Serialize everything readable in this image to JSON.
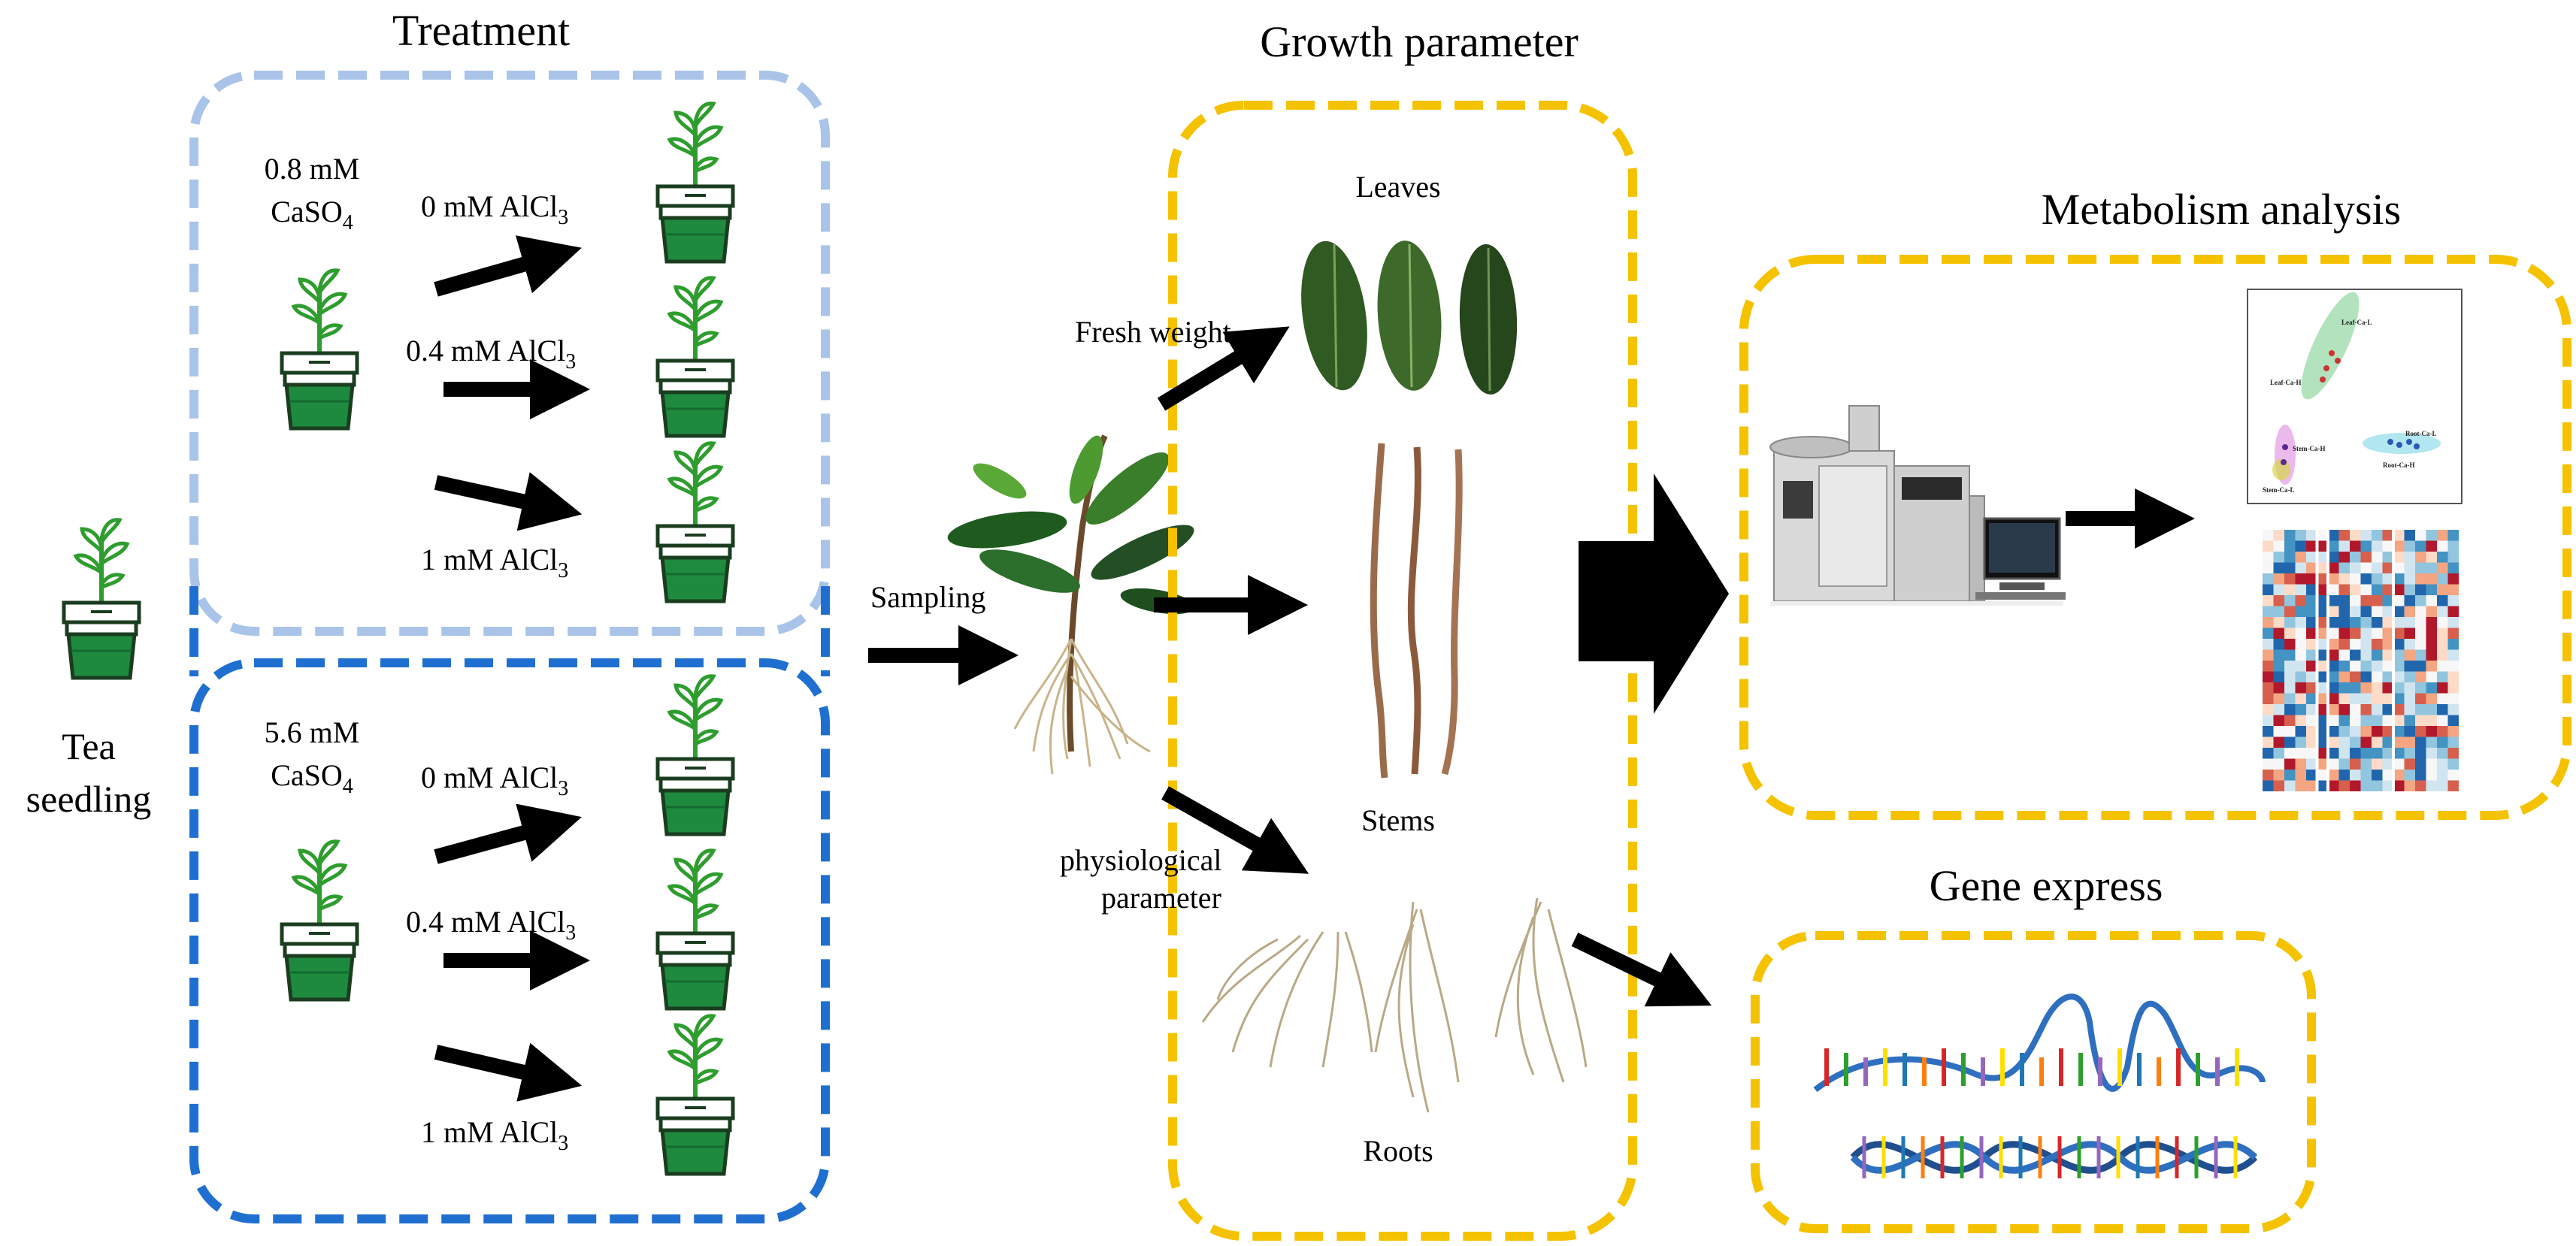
{
  "titles": {
    "treatment": "Treatment",
    "growth": "Growth parameter",
    "metabolism": "Metabolism analysis",
    "gene": "Gene express"
  },
  "seedling": {
    "line1": "Tea",
    "line2": "seedling"
  },
  "groups": [
    {
      "ca_line1": "0.8 mM",
      "ca_line2_main": "CaSO",
      "ca_line2_sub": "4",
      "treatments": [
        {
          "main": "0 mM AlCl",
          "sub": "3"
        },
        {
          "main": "0.4 mM AlCl",
          "sub": "3"
        },
        {
          "main": "1 mM AlCl",
          "sub": "3"
        }
      ]
    },
    {
      "ca_line1": "5.6 mM",
      "ca_line2_main": "CaSO",
      "ca_line2_sub": "4",
      "treatments": [
        {
          "main": "0 mM AlCl",
          "sub": "3"
        },
        {
          "main": "0.4 mM AlCl",
          "sub": "3"
        },
        {
          "main": "1 mM AlCl",
          "sub": "3"
        }
      ]
    }
  ],
  "sampling_label": "Sampling",
  "growth": {
    "leaves": "Leaves",
    "stems": "Stems",
    "roots": "Roots",
    "fresh_weight": "Fresh weight",
    "physio_line1": "physiological",
    "physio_line2": "parameter"
  },
  "pca_labels": {
    "leaf_ca_l": "Leaf-Ca-L",
    "leaf_ca_h": "Leaf-Ca-H",
    "stem_ca_h": "Stem-Ca-H",
    "stem_ca_l": "Stem-Ca-L",
    "root_ca_l": "Root-Ca-L",
    "root_ca_h": "Root-Ca-H"
  },
  "colors": {
    "light_blue": "#a9c4e8",
    "dark_blue": "#1f6fd1",
    "yellow": "#f5c200",
    "pot_green": "#1e8a3e",
    "plant_green": "#2e9d2e",
    "arrow": "#000000",
    "dna_blue": "#2f6fbf",
    "dna_navy": "#1f4f8f"
  },
  "icons": {
    "seedling": "potted-seedling-icon",
    "instrument": "gc-ms-instrument-icon",
    "dna": "dna-helix-icon",
    "heatmap": "heatmap-icon",
    "pca": "pca-scatter-icon"
  }
}
